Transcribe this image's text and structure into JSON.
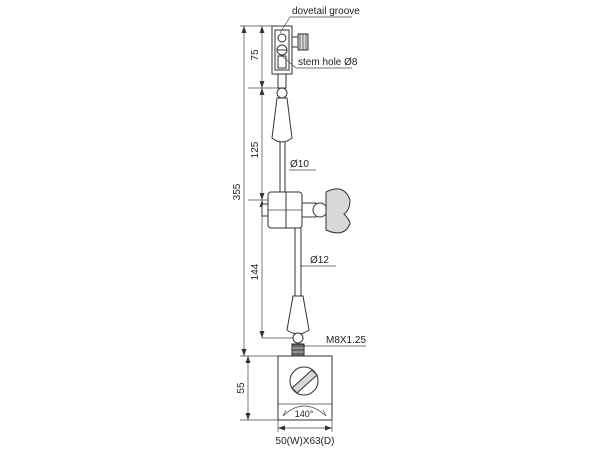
{
  "dimensions": {
    "total_height": "355",
    "top_segment": "75",
    "middle_upper": "125",
    "middle_lower": "144",
    "base_height": "55"
  },
  "callouts": {
    "dovetail_groove": "dovetail groove",
    "stem_hole": "stem hole Ø8",
    "upper_rod_diameter": "Ø10",
    "lower_rod_diameter": "Ø12",
    "thread": "M8X1.25",
    "angle": "140°",
    "base_size": "50(W)X63(D)"
  }
}
